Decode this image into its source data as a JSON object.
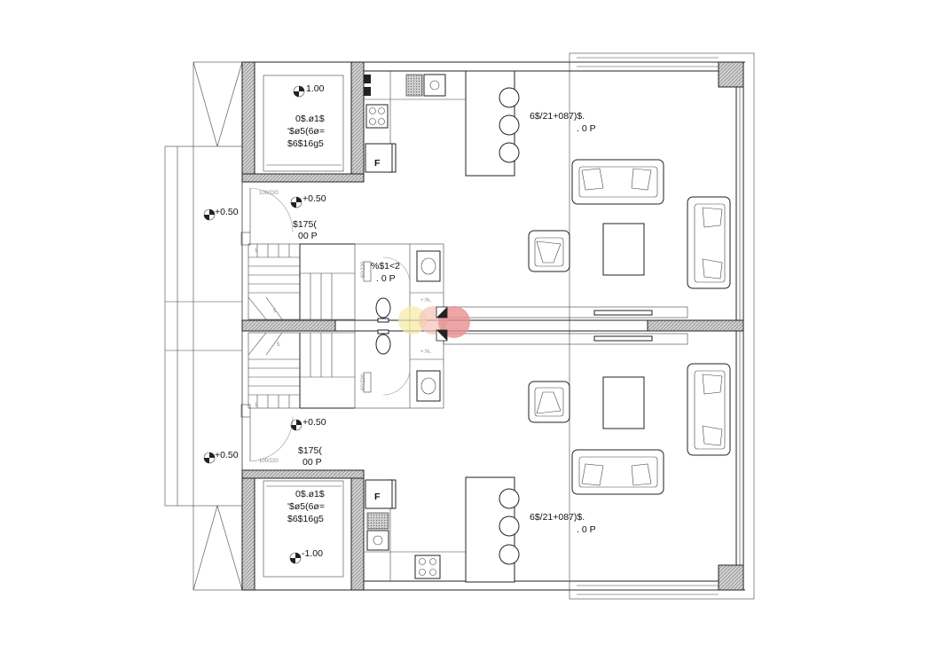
{
  "levels": {
    "upper_room": "1.00",
    "lower_room": "-1.00",
    "upper_door": "+0.50",
    "upper_entry": "+0.50",
    "lower_door": "+0.50",
    "lower_entry": "+0.50"
  },
  "rooms": {
    "upper_small_room": [
      "0$.ø1$",
      "'$ø5(6ø=",
      "$6$16g5"
    ],
    "lower_small_room": [
      "0$.ø1$",
      "'$ø5(6ø=",
      "$6$16g5"
    ],
    "upper_living": [
      "6$/21+087)$.",
      ". 0 P"
    ],
    "lower_living": [
      "6$/21+087)$.",
      ". 0 P"
    ],
    "upper_entry": [
      "$175(",
      "00 P"
    ],
    "lower_entry": [
      "$175(",
      "00 P"
    ],
    "wc": [
      "%$1<2",
      ". 0 P"
    ],
    "upper_shaft": "+.%.",
    "lower_shaft": "+.%."
  },
  "dimensions": {
    "upper_door": "100/220",
    "lower_door": "100/220",
    "wc_door_upper": "60/220",
    "wc_door_lower": "60/220"
  },
  "stair_numbers": [
    "1",
    "5",
    "1",
    "5"
  ],
  "fridge_label": "F"
}
